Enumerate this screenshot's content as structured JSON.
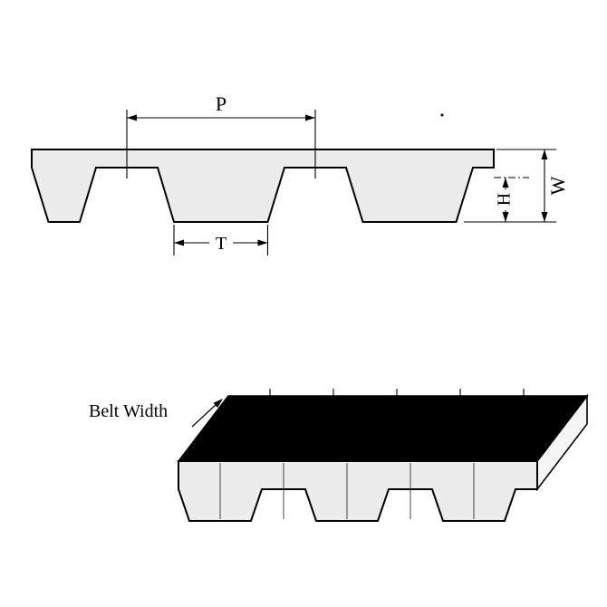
{
  "diagram": {
    "dimension_labels": {
      "p": "P",
      "t": "T",
      "h": "H",
      "w": "W"
    },
    "belt_width_label": "Belt Width",
    "colors": {
      "background": "#ffffff",
      "outline": "#000000",
      "belt_fill": "#ececec",
      "top_face_fill": "#000000",
      "end_face_fill": "#f5f5f5",
      "dimension_color": "#000000",
      "centerline_color": "#333333"
    }
  }
}
